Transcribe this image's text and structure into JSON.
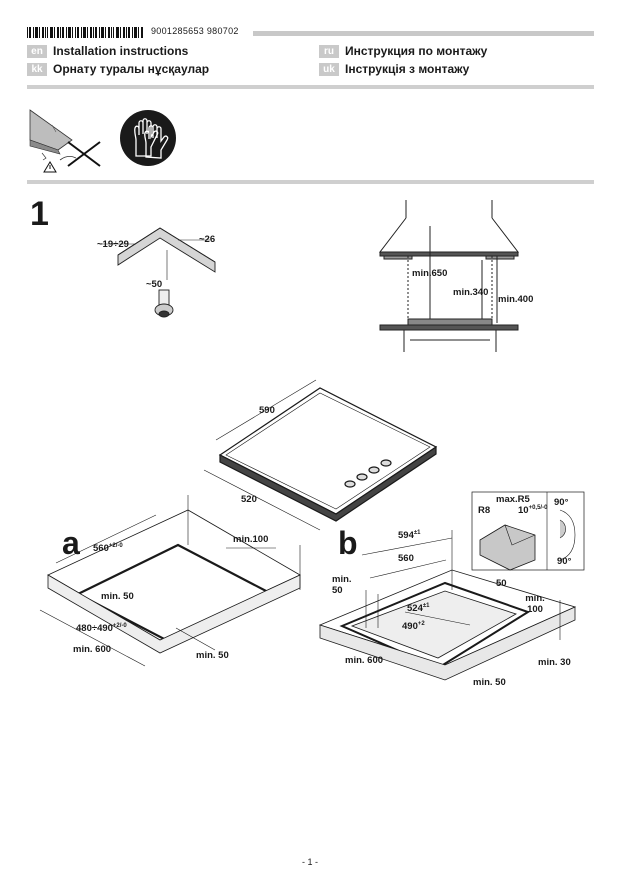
{
  "header": {
    "codes": "9001285653   980702",
    "languages": [
      {
        "tag": "en",
        "label": "Installation instructions"
      },
      {
        "tag": "kk",
        "label": "Орнату туралы нұсқаулар"
      },
      {
        "tag": "ru",
        "label": "Инструкция по монтажу"
      },
      {
        "tag": "uk",
        "label": "Інструкція з монтажу"
      }
    ]
  },
  "step": "1",
  "fixing": {
    "w": "~19÷29",
    "t": "~26",
    "d": "~50"
  },
  "hood": {
    "a": "min.650",
    "b": "min.340",
    "c": "min.400"
  },
  "hob": {
    "w": "590",
    "d": "520"
  },
  "panel_a": {
    "letter": "a",
    "cut_w": "560",
    "cut_w_tol": "+2/-0",
    "back": "min.100",
    "side": "min. 50",
    "cut_d": "480÷490",
    "cut_d_tol": "+2/-0",
    "width": "min. 600",
    "front": "min. 50"
  },
  "panel_b": {
    "letter": "b",
    "outer": "594",
    "outer_tol": "±1",
    "inner": "560",
    "side": "min. 50",
    "d1": "524",
    "d1_tol": "±1",
    "d2": "490",
    "d2_tol": "+2",
    "back": "50",
    "back2": "min. 100",
    "width": "min. 600",
    "right": "min. 30",
    "front": "min. 50",
    "radius": "max.R5",
    "r8": "R8",
    "depth": "10",
    "depth_tol": "+0,5/-0",
    "angle1": "90°",
    "angle2": "90°"
  },
  "page": "- 1 -"
}
